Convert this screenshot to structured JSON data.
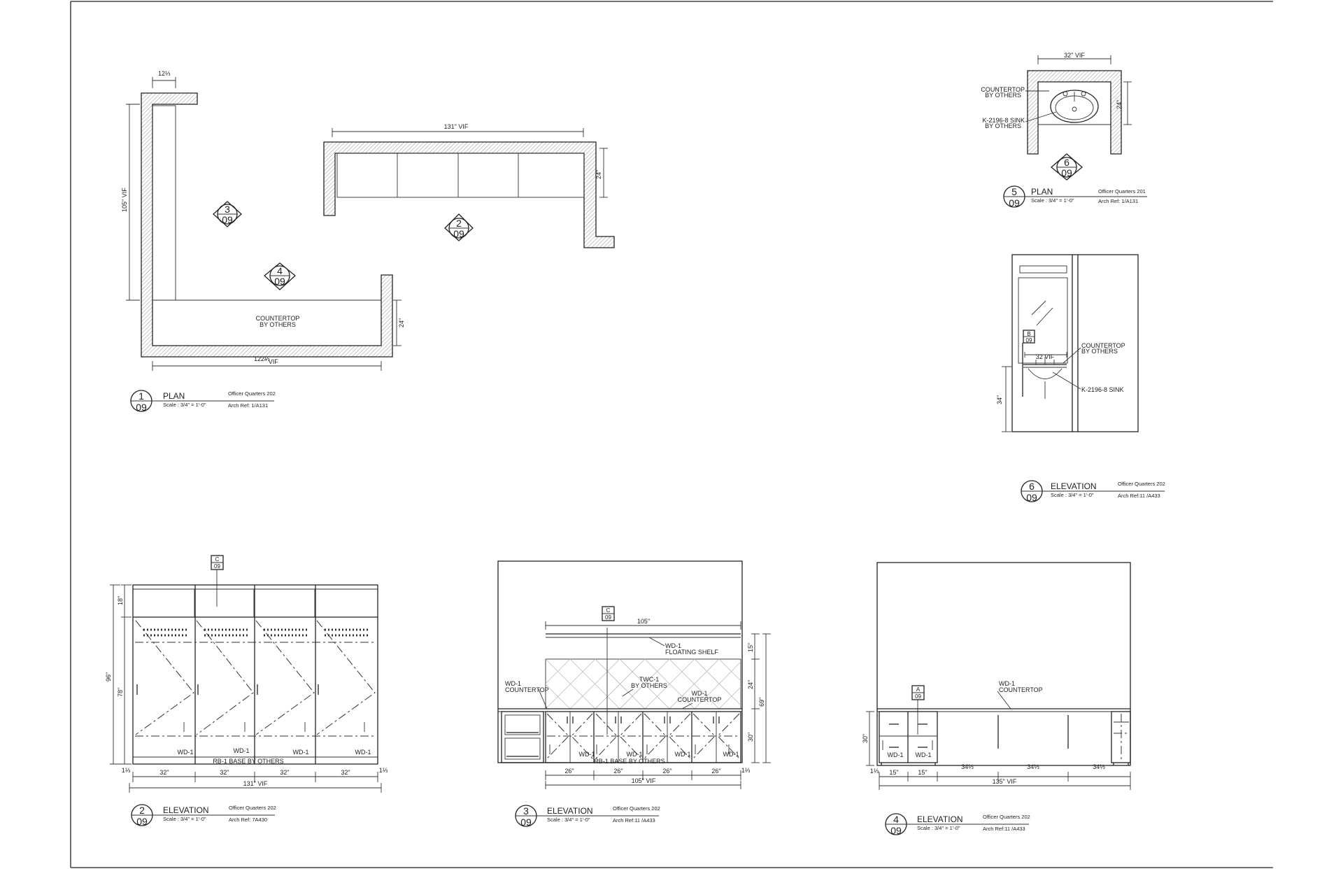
{
  "views": [
    {
      "num": "1",
      "sheet": "09",
      "type": "PLAN",
      "scale": "Scale : 3/4\" = 1'-0\"",
      "project": "Officer Quarters 202",
      "ref": "Arch Ref: 1/A131"
    },
    {
      "num": "2",
      "sheet": "09",
      "type": "ELEVATION",
      "scale": "Scale : 3/4\" = 1'-0\"",
      "project": "Officer Quarters 202",
      "ref": "Arch Ref: 7A430"
    },
    {
      "num": "3",
      "sheet": "09",
      "type": "ELEVATION",
      "scale": "Scale : 3/4\" = 1'-0\"",
      "project": "Officer Quarters 202",
      "ref": "Arch Ref:11 /A433"
    },
    {
      "num": "4",
      "sheet": "09",
      "type": "ELEVATION",
      "scale": "Scale : 3/4\" = 1'-0\"",
      "project": "Officer Quarters 202",
      "ref": "Arch Ref:11 /A433"
    },
    {
      "num": "5",
      "sheet": "09",
      "type": "PLAN",
      "scale": "Scale : 3/4\" = 1'-0\"",
      "project": "Officer Quarters 201",
      "ref": "Arch Ref: 1/A131"
    },
    {
      "num": "6",
      "sheet": "09",
      "type": "ELEVATION",
      "scale": "Scale : 3/4\" = 1'-0\"",
      "project": "Officer Quarters 202",
      "ref": "Arch Ref:11 /A433"
    }
  ],
  "markers": [
    {
      "num": "3",
      "sheet": "09"
    },
    {
      "num": "2",
      "sheet": "09"
    },
    {
      "num": "4",
      "sheet": "09"
    },
    {
      "num": "6",
      "sheet": "09"
    }
  ],
  "tags": {
    "c": "C",
    "b": "B",
    "a": "A",
    "sheet": "09"
  },
  "plan1": {
    "dim_top": "12⅓",
    "dim_left": "105\" VIF",
    "dim_bottom_a": "122⅓",
    "dim_bottom_b": "\" VIF",
    "dim_right": "24\"",
    "note": [
      "COUNTERTOP",
      "BY OTHERS"
    ]
  },
  "plan2": {
    "dim_top": "131\" VIF",
    "dim_right": "24\""
  },
  "plan5": {
    "dim_top": "32\" VIF",
    "dim_right": "24\"",
    "note_countertop": [
      "COUNTERTOP",
      "BY OTHERS"
    ],
    "note_sink": [
      "K-2196-8 SINK",
      "BY OTHERS"
    ]
  },
  "elev6": {
    "note_countertop": [
      "COUNTERTOP",
      "BY OTHERS"
    ],
    "note_sink": "K-2196-8 SINK",
    "dim_height": "34\"",
    "dim_top": "32 VIF"
  },
  "elev2": {
    "dim_18": "18\"",
    "dim_96": "96\"",
    "dim_78": "78\"",
    "door_labels": [
      "WD-1",
      "WD-1",
      "WD-1",
      "WD-1"
    ],
    "base": "RB-1 BASE BY OTHERS",
    "widths": [
      "32\"",
      "32\"",
      "32\"",
      "32\""
    ],
    "total": "131\" VIF",
    "small_left": "1⅓",
    "small_right": "1⅓"
  },
  "elev3": {
    "dim_105": "105\"",
    "shelf_note": [
      "WD-1",
      "FLOATING SHELF"
    ],
    "left_note": [
      "WD-1",
      "COUNTERTOP"
    ],
    "twc_note": [
      "TWC-1",
      "BY OTHERS"
    ],
    "right_note": [
      "WD-1",
      "COUNTERTOP"
    ],
    "dim_15": "15\"",
    "dim_24": "24\"",
    "dim_69": "69\"",
    "dim_30": "30\"",
    "door_labels": [
      "WD-1",
      "WD-1",
      "WD-1",
      "WD-1"
    ],
    "base": "RB-1 BASE BY OTHERS",
    "widths": [
      "26\"",
      "26\"",
      "26\"",
      "26\""
    ],
    "total": "105\" VIF",
    "small_right": "1⅓"
  },
  "elev4": {
    "note": [
      "WD-1",
      "COUNTERTOP"
    ],
    "dim_30": "30\"",
    "door_labels": [
      "WD-1",
      "WD-1"
    ],
    "widths": [
      "15\"",
      "15\"",
      "34⅓",
      "34⅓",
      "34⅓"
    ],
    "total": "135\" VIF",
    "small_left": "1⅓"
  }
}
